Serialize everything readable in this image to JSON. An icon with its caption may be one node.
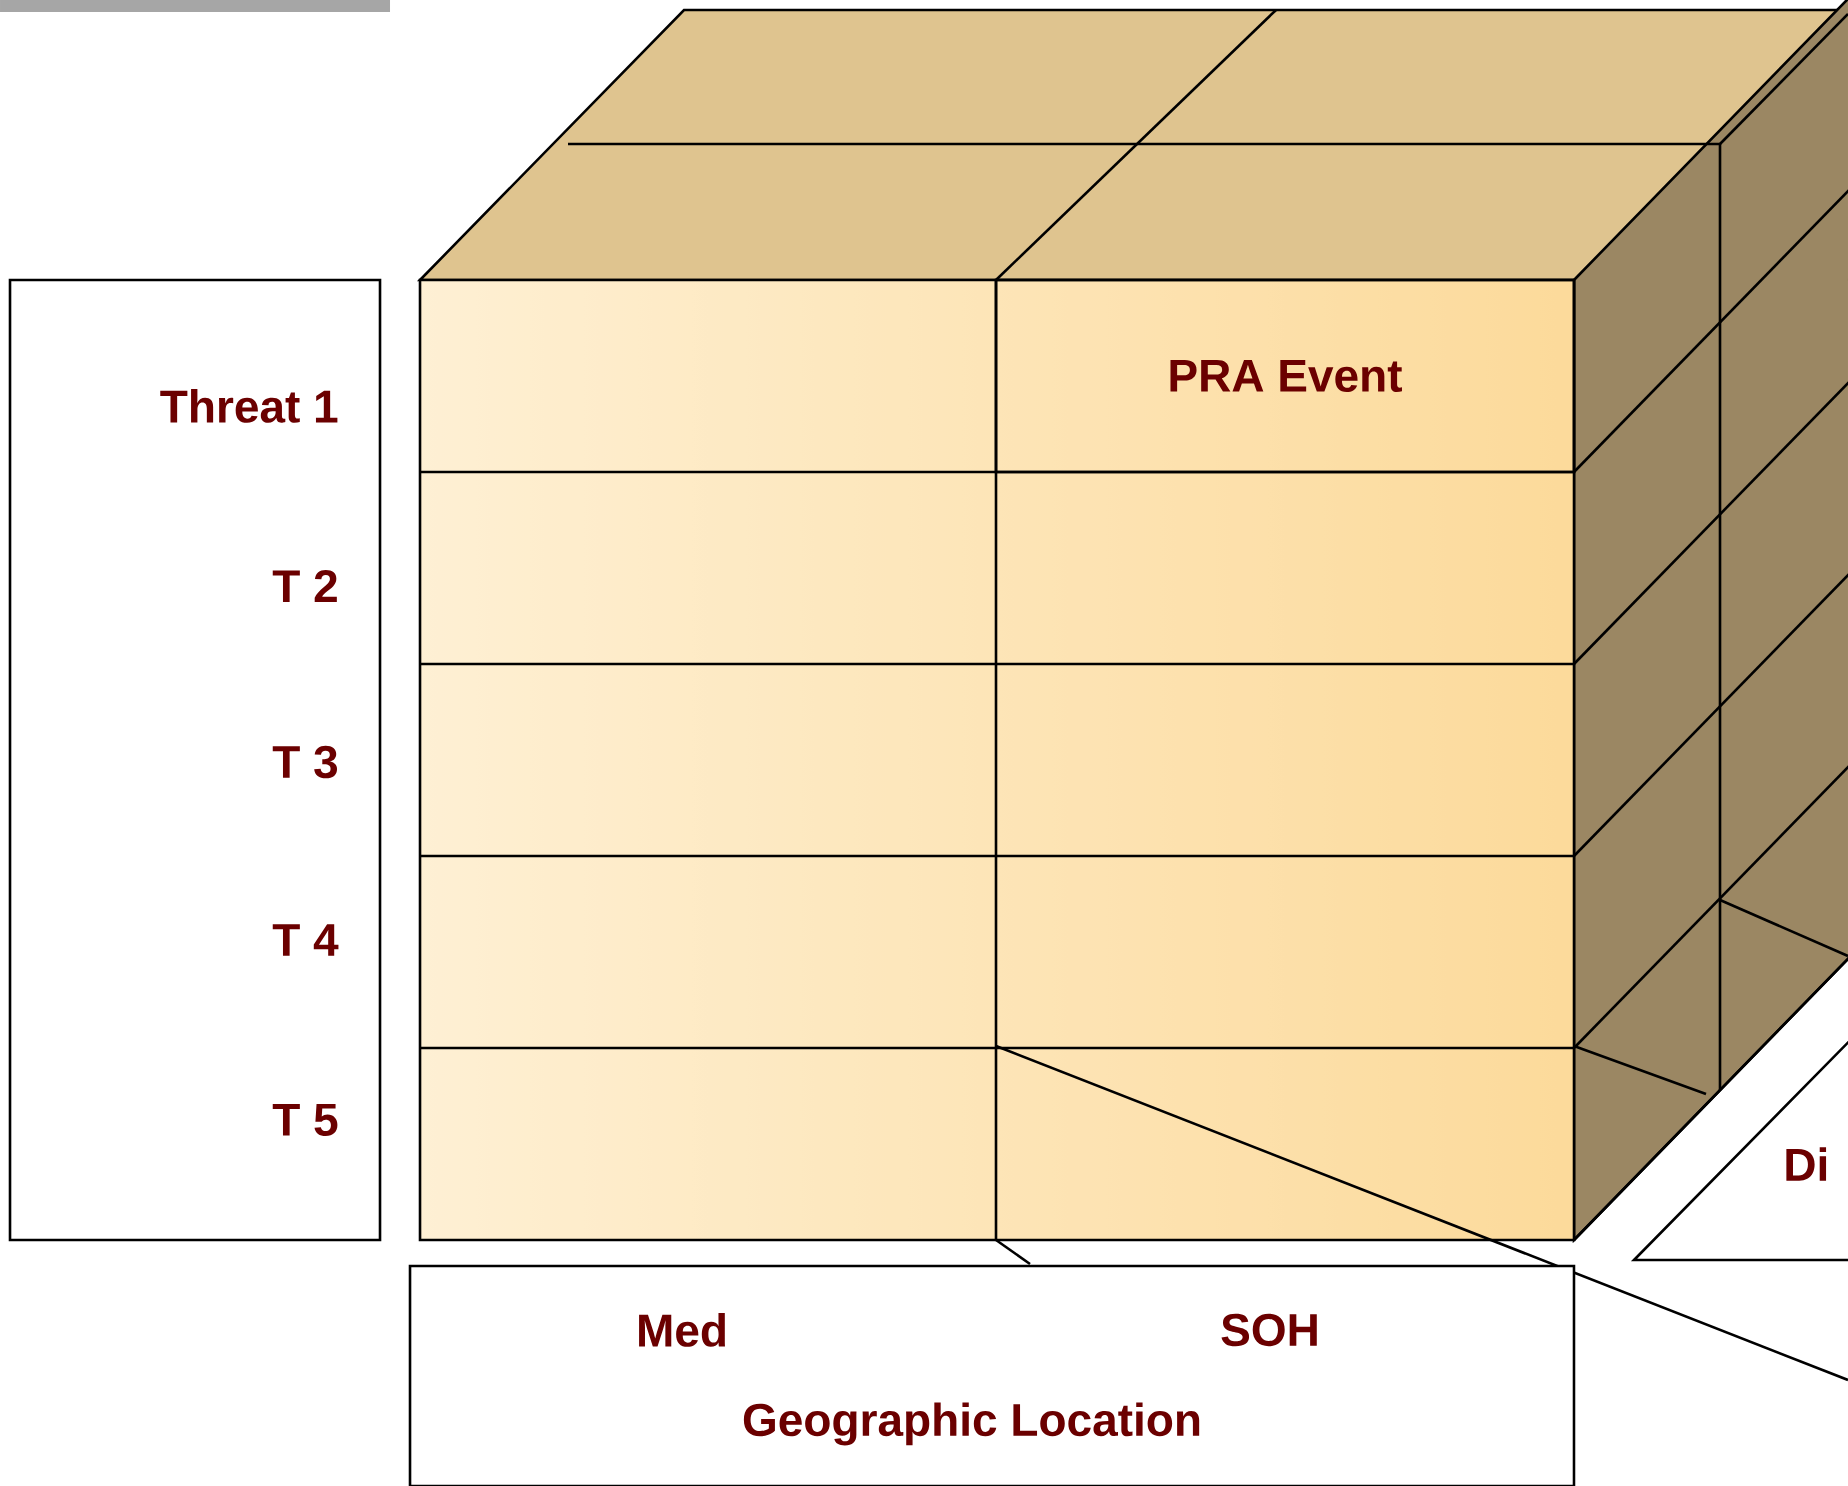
{
  "diagram": {
    "nodes": [
      {
        "text": [
          "Threat 1",
          "T 2",
          "T 3",
          "T 4",
          "T 5"
        ]
      },
      {
        "text": [
          "PRA Event"
        ]
      },
      {
        "text": [
          "Med",
          "SOH",
          "Geographic Location"
        ]
      },
      {
        "text": [
          "Di"
        ]
      }
    ]
  }
}
